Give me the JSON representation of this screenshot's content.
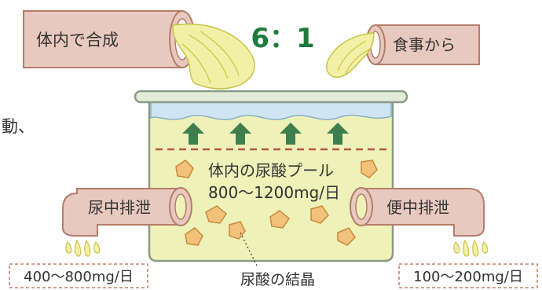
{
  "labels": {
    "production_in_body": "体内で合成",
    "from_diet": "食事から",
    "ratio": "6：1",
    "partial_left_text": "動、",
    "pool_title": "体内の尿酸プール",
    "pool_amount": "800〜1200mg/日",
    "urine_excretion": "尿中排泄",
    "feces_excretion": "便中排泄",
    "urine_amount": "400〜800mg/日",
    "feces_amount": "100〜200mg/日",
    "crystal_label": "尿酸の結晶"
  },
  "colors": {
    "pipe_fill": "#e8c9bf",
    "pipe_stroke": "#b47d6b",
    "liquid": "#f2f0a6",
    "liquid_stroke": "#c9c34a",
    "pot_fill": "#eef2b8",
    "pot_stroke": "#8a9a86",
    "water_top": "#cfe5f3",
    "arrow": "#3f7f4f",
    "ratio_text": "#1f7a3b",
    "dashed_line": "#b4574a",
    "crystal": "#f2c27a",
    "crystal_stroke": "#c9883a",
    "box_dash": "#c77d6a"
  },
  "icons": [
    "up-arrow-icon",
    "urate-crystal-icon",
    "pipe-icon",
    "drip-icon"
  ]
}
